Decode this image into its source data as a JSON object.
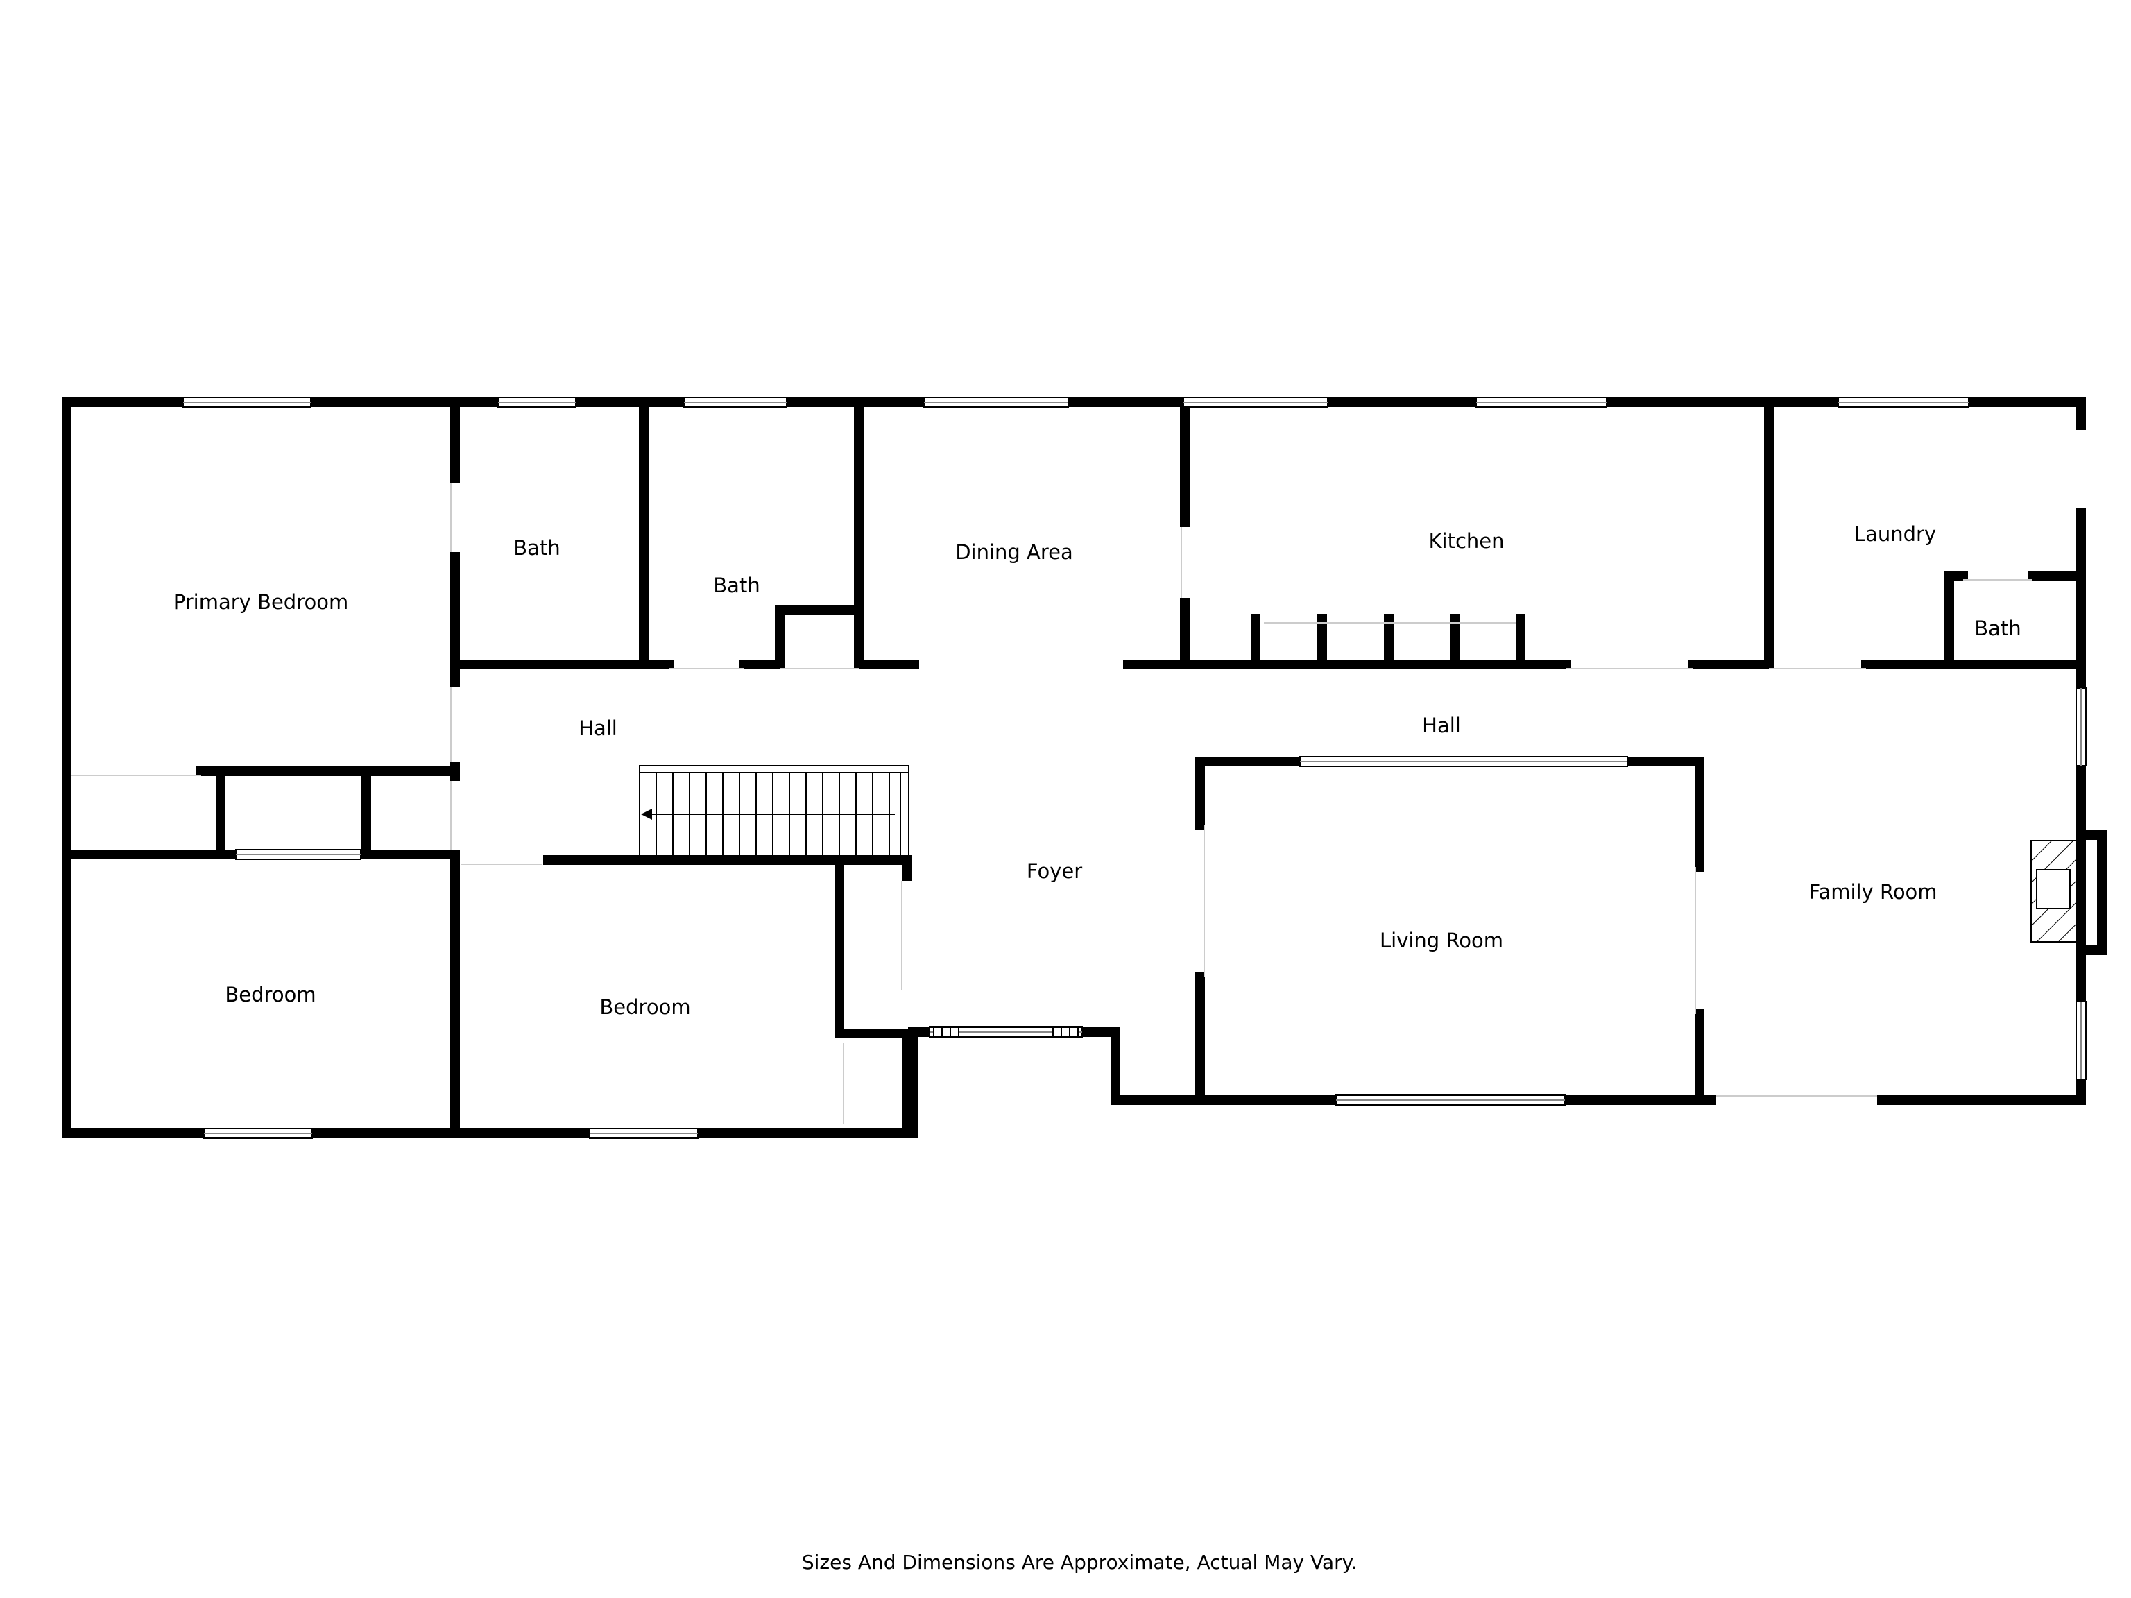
{
  "plan": {
    "rooms": {
      "primary_bedroom": "Primary Bedroom",
      "bath_1": "Bath",
      "bath_2": "Bath",
      "dining_area": "Dining Area",
      "kitchen": "Kitchen",
      "laundry": "Laundry",
      "bath_3": "Bath",
      "hall_west": "Hall",
      "hall_east": "Hall",
      "foyer": "Foyer",
      "living_room": "Living Room",
      "family_room": "Family Room",
      "bedroom_1": "Bedroom",
      "bedroom_2": "Bedroom"
    },
    "disclaimer": "Sizes And Dimensions Are Approximate, Actual May Vary."
  },
  "colors": {
    "wall": "#000000",
    "background": "#ffffff",
    "window_frame": "#888888"
  },
  "icons": {
    "stairs": "stairs-icon",
    "fireplace": "fireplace-icon"
  }
}
